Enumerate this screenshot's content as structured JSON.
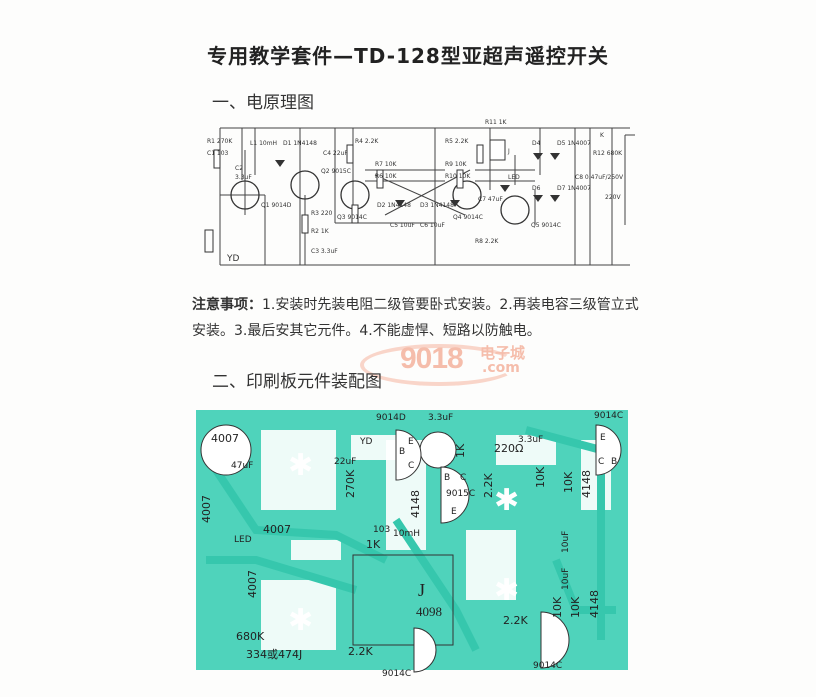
{
  "title": "专用教学套件—TD-128型亚超声遥控开关",
  "section1": "一、电原理图",
  "notes": {
    "label": "注意事项：",
    "text": "1.安装时先装电阻二级管要卧式安装。2.再装电容三级管立式安装。3.最后安其它元件。4.不能虚悍、短路以防触电。"
  },
  "watermark": {
    "number": "9018",
    "cn": "电子城",
    "domain": ".com"
  },
  "section2": "二、印刷板元件装配图",
  "schematic_labels": [
    "R1 270K",
    "C1 103",
    "L1 10mH",
    "D1 1N4148",
    "C2",
    "3.3uF",
    "Q1 9014D",
    "Q2 9015C",
    "R3 220",
    "R2 1K",
    "C3 3.3uF",
    "C4 22uF",
    "R4 2.2K",
    "R7 10K",
    "R6 10K",
    "Q3 9014C",
    "D2 1N4148",
    "C5 10uF",
    "C6 10uF",
    "R9 10K",
    "R10 10K",
    "D3 1N4148",
    "Q4 9014C",
    "R5 2.2K",
    "R11 1K",
    "J",
    "R8 2.2K",
    "LED",
    "C7 47uF",
    "Q5 9014C",
    "D4",
    "D5 1N4007",
    "D6",
    "D7 1N4007",
    "K",
    "R12 680K",
    "C8 0.47uF/250V",
    "220V",
    "YD"
  ],
  "pcb_labels": [
    "4007",
    "47uF",
    "9014D",
    "3.3uF",
    "YD",
    "220Ω",
    "3.3uF",
    "9014C",
    "22uF",
    "270K",
    "103",
    "10mH",
    "4148",
    "9015C",
    "2.2K",
    "1K",
    "10K",
    "10K",
    "4148",
    "4007",
    "LED",
    "4007",
    "1K",
    "4007",
    "J",
    "4098",
    "10uF",
    "10uF",
    "2.2K",
    "10K",
    "10K",
    "4148",
    "680K",
    "334或474J",
    "2.2K",
    "9014C",
    "9014C",
    "B",
    "E",
    "C",
    "B",
    "C",
    "E",
    "E",
    "C",
    "B"
  ],
  "colors": {
    "pcb": "#4fd3bb",
    "trace": "#36c7ad",
    "watermark": "#f08a6a"
  }
}
